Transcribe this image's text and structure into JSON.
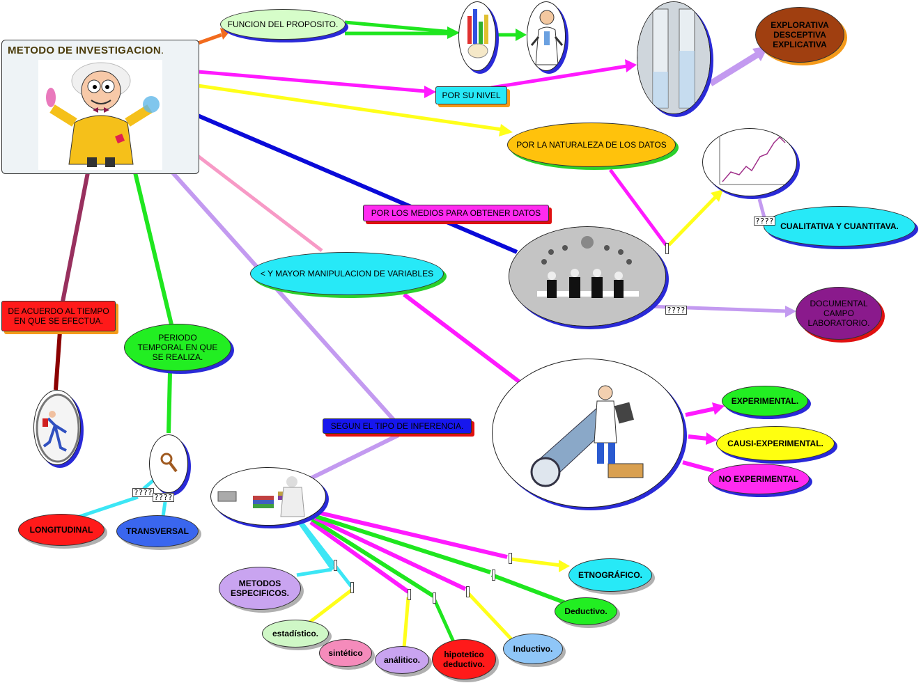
{
  "title": "METODO DE INVESTIGACION",
  "title_dot": ".",
  "nodes": {
    "funcion": "FUNCION DEL PROPOSITO.",
    "nivel": "POR SU NIVEL",
    "naturaleza": "POR LA NATURALEZA DE LOS DATOS",
    "medios": "POR LOS MEDIOS PARA OBTENER DATOS",
    "manipulacion": "< Y MAYOR MANIPULACION DE VARIABLES",
    "inferencia": "SEGUN EL TIPO DE INFERENCIA.",
    "acuerdo": "DE ACUERDO AL TIEMPO EN QUE SE EFECTUA.",
    "periodo": "PERIODO TEMPORAL EN QUE SE REALIZA.",
    "explorativa": "EXPLORATIVA DESCEPTIVA EXPLICATIVA",
    "cualitativa": "CUALITATIVA Y CUANTITAVA.",
    "documental": "DOCUMENTAL CAMPO LABORATORIO.",
    "experimental": "EXPERIMENTAL.",
    "causi": "CAUSI-EXPERIMENTAL.",
    "noexp": "NO EXPERIMENTAL",
    "longitudinal": "LONGITUDINAL",
    "transversal": "TRANSVERSAL",
    "especificos": "METODOS ESPECIFICOS.",
    "estadistico": "estadístico.",
    "sintetico": "sintético",
    "analitico": "análitico.",
    "hipotetico": "hipotetico deductivo.",
    "inductivo": "Inductivo.",
    "deductivo": "Deductivo.",
    "etnografico": "ETNOGRÁFICO."
  },
  "connector_marks": {
    "q1": "????",
    "q2": "????",
    "q3": "????",
    "q4": "????"
  },
  "colors": {
    "orange": "#f26b1d",
    "green": "#1fe61f",
    "magenta": "#ff1aff",
    "yellow": "#ffff1a",
    "blue": "#0a0ad8",
    "lavender": "#c39af0",
    "pink": "#f79ac6",
    "maroon": "#98305e",
    "darkred": "#8b0000",
    "cyan": "#3ce6f5"
  },
  "icons": [
    "scientist-icon",
    "chart-lab-icon",
    "doctor-icon",
    "test-tubes-icon",
    "line-chart-icon",
    "meeting-icon",
    "telescope-icon",
    "clock-runner-icon",
    "magnifier-icon",
    "books-icon"
  ]
}
